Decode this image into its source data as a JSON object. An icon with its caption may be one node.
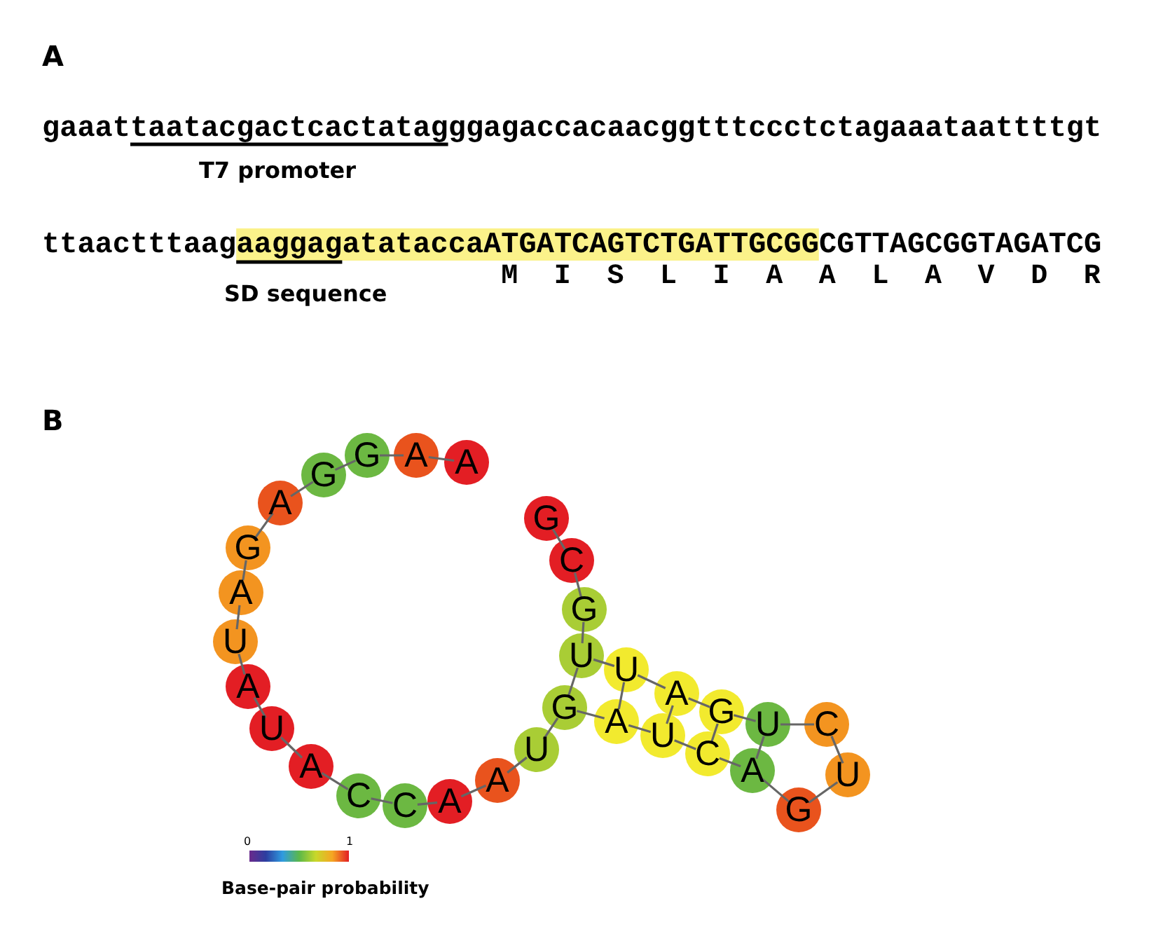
{
  "diagram": {
    "nodes": [
      {
        "text": [
          "A"
        ]
      },
      {
        "text": [
          "A"
        ]
      },
      {
        "text": [
          "G"
        ]
      },
      {
        "text": [
          "G"
        ]
      },
      {
        "text": [
          "A"
        ]
      },
      {
        "text": [
          "G"
        ]
      },
      {
        "text": [
          "A"
        ]
      },
      {
        "text": [
          "U"
        ]
      },
      {
        "text": [
          "A"
        ]
      },
      {
        "text": [
          "U"
        ]
      },
      {
        "text": [
          "A"
        ]
      },
      {
        "text": [
          "C"
        ]
      },
      {
        "text": [
          "C"
        ]
      },
      {
        "text": [
          "A"
        ]
      },
      {
        "text": [
          "A"
        ]
      },
      {
        "text": [
          "U"
        ]
      },
      {
        "text": [
          "G"
        ]
      },
      {
        "text": [
          "A"
        ]
      },
      {
        "text": [
          "U"
        ]
      },
      {
        "text": [
          "C"
        ]
      },
      {
        "text": [
          "A"
        ]
      },
      {
        "text": [
          "G"
        ]
      },
      {
        "text": [
          "U"
        ]
      },
      {
        "text": [
          "C"
        ]
      },
      {
        "text": [
          "U"
        ]
      },
      {
        "text": [
          "G"
        ]
      },
      {
        "text": [
          "A"
        ]
      },
      {
        "text": [
          "U"
        ]
      },
      {
        "text": [
          "U"
        ]
      },
      {
        "text": [
          "G"
        ]
      },
      {
        "text": [
          "C"
        ]
      },
      {
        "text": [
          "G"
        ]
      }
    ],
    "edges": [
      {
        "from": 0,
        "to": 1,
        "arrow": "none"
      },
      {
        "from": 1,
        "to": 2,
        "arrow": "none"
      },
      {
        "from": 2,
        "to": 3,
        "arrow": "none"
      },
      {
        "from": 3,
        "to": 4,
        "arrow": "none"
      },
      {
        "from": 4,
        "to": 5,
        "arrow": "none"
      },
      {
        "from": 5,
        "to": 6,
        "arrow": "none"
      },
      {
        "from": 6,
        "to": 7,
        "arrow": "none"
      },
      {
        "from": 7,
        "to": 8,
        "arrow": "none"
      },
      {
        "from": 8,
        "to": 9,
        "arrow": "none"
      },
      {
        "from": 9,
        "to": 10,
        "arrow": "none"
      },
      {
        "from": 10,
        "to": 11,
        "arrow": "none"
      },
      {
        "from": 11,
        "to": 12,
        "arrow": "none"
      },
      {
        "from": 12,
        "to": 13,
        "arrow": "none"
      },
      {
        "from": 13,
        "to": 14,
        "arrow": "none"
      },
      {
        "from": 14,
        "to": 15,
        "arrow": "none"
      },
      {
        "from": 15,
        "to": 16,
        "arrow": "none"
      },
      {
        "from": 16,
        "to": 17,
        "arrow": "none"
      },
      {
        "from": 17,
        "to": 18,
        "arrow": "none"
      },
      {
        "from": 18,
        "to": 19,
        "arrow": "none"
      },
      {
        "from": 19,
        "to": 20,
        "arrow": "none"
      },
      {
        "from": 20,
        "to": 21,
        "arrow": "none"
      },
      {
        "from": 21,
        "to": 22,
        "arrow": "none"
      },
      {
        "from": 22,
        "to": 23,
        "arrow": "none"
      },
      {
        "from": 23,
        "to": 24,
        "arrow": "none"
      },
      {
        "from": 24,
        "to": 25,
        "arrow": "none"
      },
      {
        "from": 25,
        "to": 26,
        "arrow": "none"
      },
      {
        "from": 26,
        "to": 27,
        "arrow": "none"
      },
      {
        "from": 27,
        "to": 28,
        "arrow": "none"
      },
      {
        "from": 28,
        "to": 29,
        "arrow": "none"
      },
      {
        "from": 29,
        "to": 30,
        "arrow": "none"
      },
      {
        "from": 30,
        "to": 31,
        "arrow": "none"
      },
      {
        "from": 16,
        "to": 28,
        "arrow": "none"
      },
      {
        "from": 17,
        "to": 27,
        "arrow": "none"
      },
      {
        "from": 18,
        "to": 26,
        "arrow": "none"
      },
      {
        "from": 19,
        "to": 25,
        "arrow": "none"
      },
      {
        "from": 20,
        "to": 24,
        "arrow": "none"
      }
    ],
    "labels": [
      "A",
      "gaaattaatacgactcactatagggagaccacaacggtttccctctagaaataattttgt",
      "T7 promoter",
      "ttaactttaagaaggagatataccaATGATCAGTCTGATTGCGGCGTTAGCGGTAGATCG",
      "M",
      "I",
      "S",
      "L",
      "I",
      "A",
      "A",
      "L",
      "A",
      "V",
      "D",
      "R",
      "SD sequence",
      "B",
      "0",
      "1"
    ],
    "legend": [
      {
        "text": "Base-pair probability"
      }
    ]
  }
}
